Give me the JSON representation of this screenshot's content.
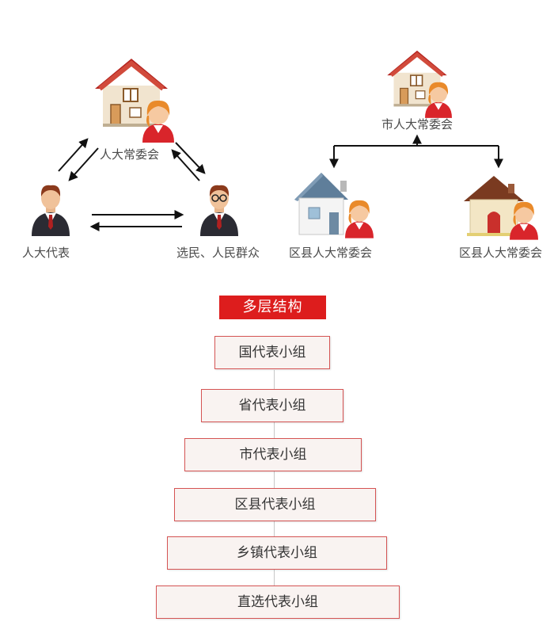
{
  "left_diagram": {
    "committee_label": "人大常委会",
    "deputy_label": "人大代表",
    "voters_label": "选民、人民群众"
  },
  "right_diagram": {
    "city_committee_label": "市人大常委会",
    "district_committee_left_label": "区县人大常委会",
    "district_committee_right_label": "区县人大常委会"
  },
  "structure": {
    "title": "多层结构",
    "levels": [
      "国代表小组",
      "省代表小组",
      "市代表小组",
      "区县代表小组",
      "乡镇代表小组",
      "直选代表小组"
    ]
  },
  "colors": {
    "accent_red": "#dd1d1d",
    "box_border": "#d55454",
    "box_fill": "#f9f3f1"
  }
}
